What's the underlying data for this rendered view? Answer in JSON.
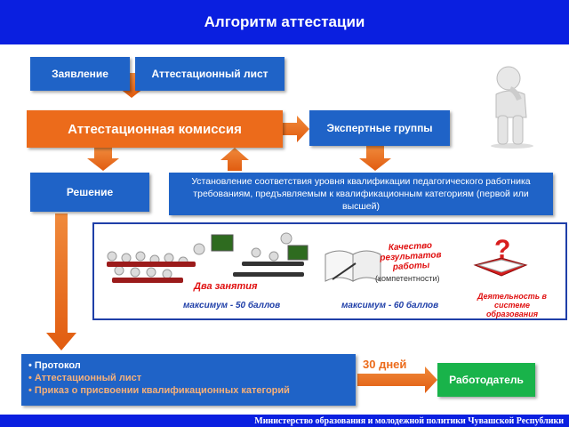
{
  "header": {
    "title": "Алгоритм  аттестации"
  },
  "boxes": {
    "application": "Заявление",
    "attestation_sheet": "Аттестационный лист",
    "commission": "Аттестационная комиссия",
    "expert_groups": "Экспертные группы",
    "decision": "Решение",
    "establishment": "Установление соответствия уровня квалификации педагогического работника требованиям, предъявляемым к квалификационным категориям (первой или высшей)",
    "employer": "Работодатель"
  },
  "panel": {
    "two_classes": "Два занятия",
    "max50": "максимум - 50 баллов",
    "quality": "Качество результатов работы",
    "competence": "(компетентности)",
    "max60": "максимум - 60 баллов",
    "activity": "Деятельность в системе образования"
  },
  "protocol": {
    "items": [
      "Протокол",
      "Аттестационный лист",
      "Приказ о присвоении квалификационных категорий"
    ]
  },
  "days_label": "30 дней",
  "footer": {
    "text": "Министерство образования и молодежной политики Чувашской Республики"
  },
  "colors": {
    "header_blue": "#0a1fe0",
    "box_blue": "#1f63c7",
    "orange": "#ec6b1b",
    "green": "#19b34a",
    "red": "#e01010"
  }
}
